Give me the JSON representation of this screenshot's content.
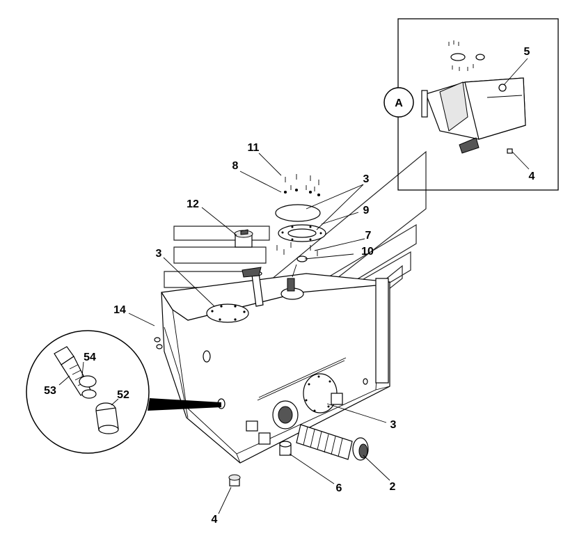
{
  "detail_view": {
    "label": "A"
  },
  "callouts": [
    "5",
    "4",
    "11",
    "8",
    "3",
    "12",
    "9",
    "7",
    "10",
    "3",
    "14",
    "54",
    "53",
    "52",
    "3",
    "2",
    "6",
    "4"
  ]
}
